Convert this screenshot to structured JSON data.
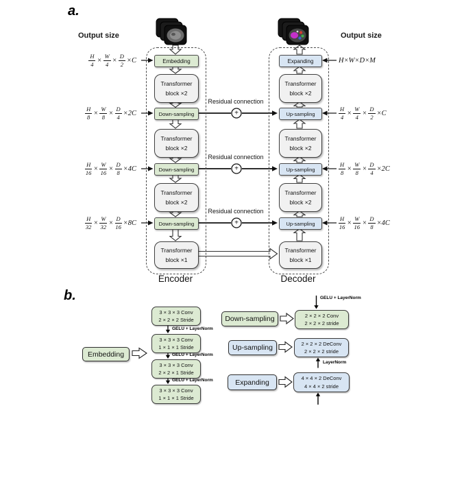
{
  "panel_a": {
    "label": "a.",
    "output_size_left": "Output size",
    "output_size_right": "Output size",
    "encoder_label": "Encoder",
    "decoder_label": "Decoder",
    "left_formulas": [
      "H/4 × W/4 × D/2 ×C",
      "H/8 × W/8 × D/4 ×2C",
      "H/16 × W/16 × D/8 ×4C",
      "H/32 × W/32 × D/16 ×8C"
    ],
    "right_formulas": [
      "H×W×D×M",
      "H/4 × W/4 × D/2 ×C",
      "H/8 × W/8 × D/4 ×2C",
      "H/16 × W/16 × D/8 ×4C"
    ],
    "residual_labels": [
      "Residual connection",
      "Residual connection",
      "Residual connection"
    ],
    "plus_symbols": [
      "+",
      "+",
      "+"
    ],
    "encoder_blocks": [
      {
        "label": "Embedding"
      },
      {
        "line1": "Transformer",
        "line2": "block ×2"
      },
      {
        "label": "Down-sampling"
      },
      {
        "line1": "Transformer",
        "line2": "block ×2"
      },
      {
        "label": "Down-sampling"
      },
      {
        "line1": "Transformer",
        "line2": "block ×2"
      },
      {
        "label": "Down-sampling"
      },
      {
        "line1": "Transformer",
        "line2": "block ×1"
      }
    ],
    "decoder_blocks": [
      {
        "label": "Expanding"
      },
      {
        "line1": "Transformer",
        "line2": "block ×2"
      },
      {
        "label": "Up-sampling"
      },
      {
        "line1": "Transformer",
        "line2": "block ×2"
      },
      {
        "label": "Up-sampling"
      },
      {
        "line1": "Transformer",
        "line2": "block ×2"
      },
      {
        "label": "Up-sampling"
      },
      {
        "line1": "Transformer",
        "line2": "block ×1"
      }
    ]
  },
  "panel_b": {
    "label": "b.",
    "embedding": {
      "label": "Embedding",
      "convs": [
        {
          "l1": "3 × 3 × 3 Conv",
          "l2": "2 × 2 × 2 Stride"
        },
        {
          "l1": "3 × 3 × 3 Conv",
          "l2": "1 × 1 × 1 Stride"
        },
        {
          "l1": "3 × 3 × 3 Conv",
          "l2": "2 × 2 × 1 Stride"
        },
        {
          "l1": "3 × 3 × 3 Conv",
          "l2": "1 × 1 × 1 Stride"
        }
      ],
      "between_labels": [
        "GELU + LayerNorm",
        "GELU + LayerNorm",
        "GELU + LayerNorm"
      ]
    },
    "downsampling": {
      "label": "Down-sampling",
      "annotation": "GELU + LayerNorm",
      "target": {
        "l1": "2 × 2 × 2 Conv",
        "l2": "2 × 2 × 2 stride"
      }
    },
    "upsampling": {
      "label": "Up-sampling",
      "annotation": "LayerNorm",
      "target": {
        "l1": "2 × 2 × 2 DeConv",
        "l2": "2 × 2 × 2 stride"
      }
    },
    "expanding": {
      "label": "Expanding",
      "target": {
        "l1": "4 × 4 × 2 DeConv",
        "l2": "4 × 4 × 2 stride"
      }
    }
  },
  "colors": {
    "green": "#dcead2",
    "blue": "#d8e5f3",
    "gray": "#f1f1f1",
    "border": "#3f3f3f"
  }
}
